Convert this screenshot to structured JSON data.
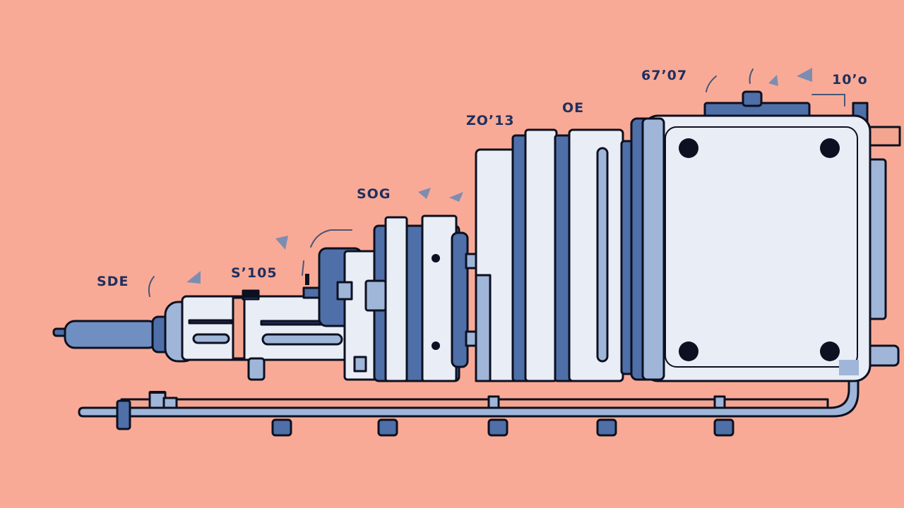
{
  "colors": {
    "background": "#f8aa96",
    "outline": "#0c1020",
    "metal_light": "#e8edf6",
    "metal_mid": "#9fb6d9",
    "metal_dark": "#4e6fa8",
    "accent_pink": "#f4a590",
    "label_text": "#1f2f5e"
  },
  "labels": {
    "sde": "SDE",
    "s105": "Sʼ105",
    "sog": "SOG",
    "zo13": "ZOʼ13",
    "oe": "OE",
    "n6707": "67ʼ07",
    "n10o": "10ʼo"
  },
  "icons": {
    "arrow_marker": "triangle-marker-icon",
    "mount_hole": "bolt-hole-icon"
  }
}
